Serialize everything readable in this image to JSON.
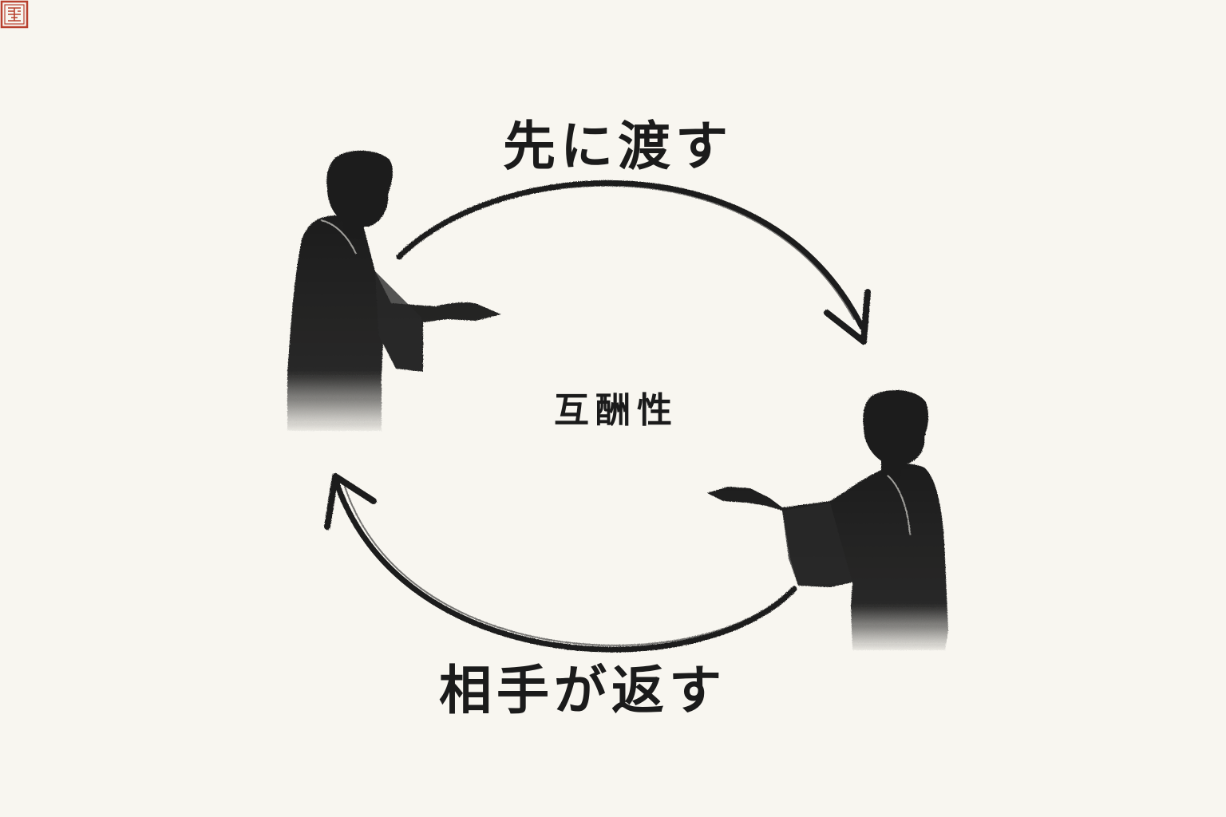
{
  "diagram": {
    "give_first_label": "先に渡す",
    "center_label": "互酬性",
    "return_label": "相手が返す"
  },
  "colors": {
    "background": "#f8f6f0",
    "ink": "#1b1b1b",
    "seal": "#b8402e"
  },
  "icons": {
    "left_figure": "person-offering-icon",
    "right_figure": "person-receiving-icon",
    "top_arrow": "curved-arrow-right-icon",
    "bottom_arrow": "curved-arrow-left-icon",
    "seal": "seal-stamp-icon"
  }
}
